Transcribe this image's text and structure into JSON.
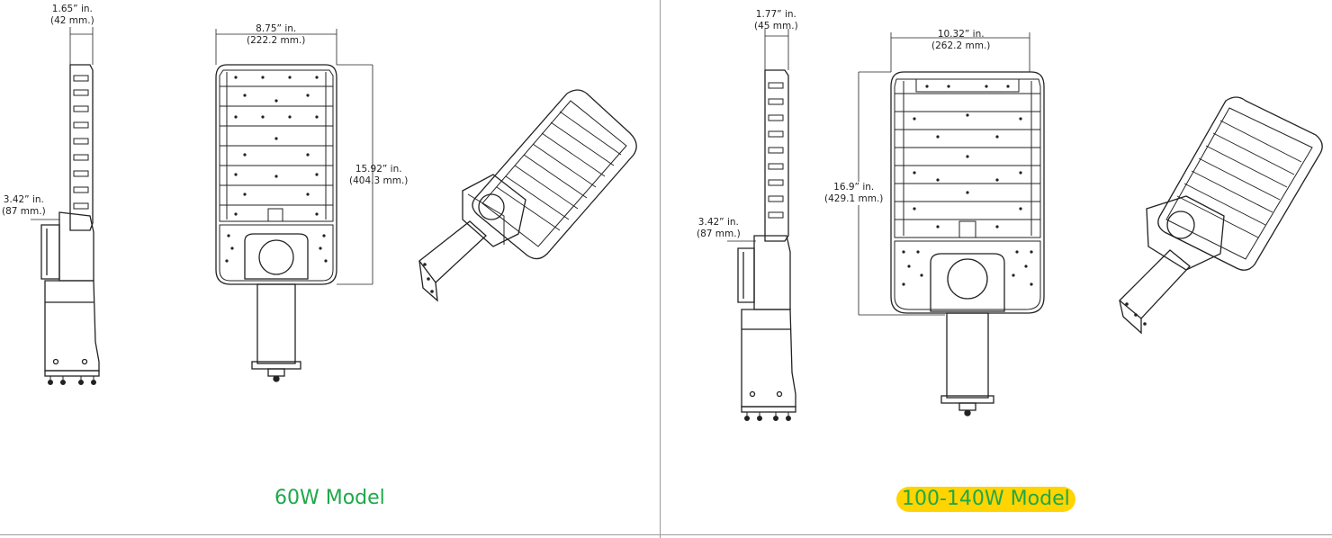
{
  "left": {
    "model_label": "60W Model",
    "depth_label": {
      "in": "1.65” in.",
      "mm": "(42 mm.)"
    },
    "width_label": {
      "in": "8.75” in.",
      "mm": "(222.2 mm.)"
    },
    "height_label": {
      "in": "15.92” in.",
      "mm": "(404.3 mm.)"
    },
    "arm_label": {
      "in": "3.42” in.",
      "mm": "(87 mm.)"
    }
  },
  "right": {
    "model_label": "100-140W Model",
    "depth_label": {
      "in": "1.77” in.",
      "mm": "(45 mm.)"
    },
    "width_label": {
      "in": "10.32” in.",
      "mm": "(262.2 mm.)"
    },
    "height_label": {
      "in": "16.9” in.",
      "mm": "(429.1 mm.)"
    },
    "arm_label": {
      "in": "3.42” in.",
      "mm": "(87 mm.)"
    }
  },
  "colors": {
    "left_label": "#1ea84a",
    "right_label": "#1ea84a",
    "right_highlight": "#ffd400",
    "line": "#222222",
    "divider": "#9a9a9a"
  }
}
